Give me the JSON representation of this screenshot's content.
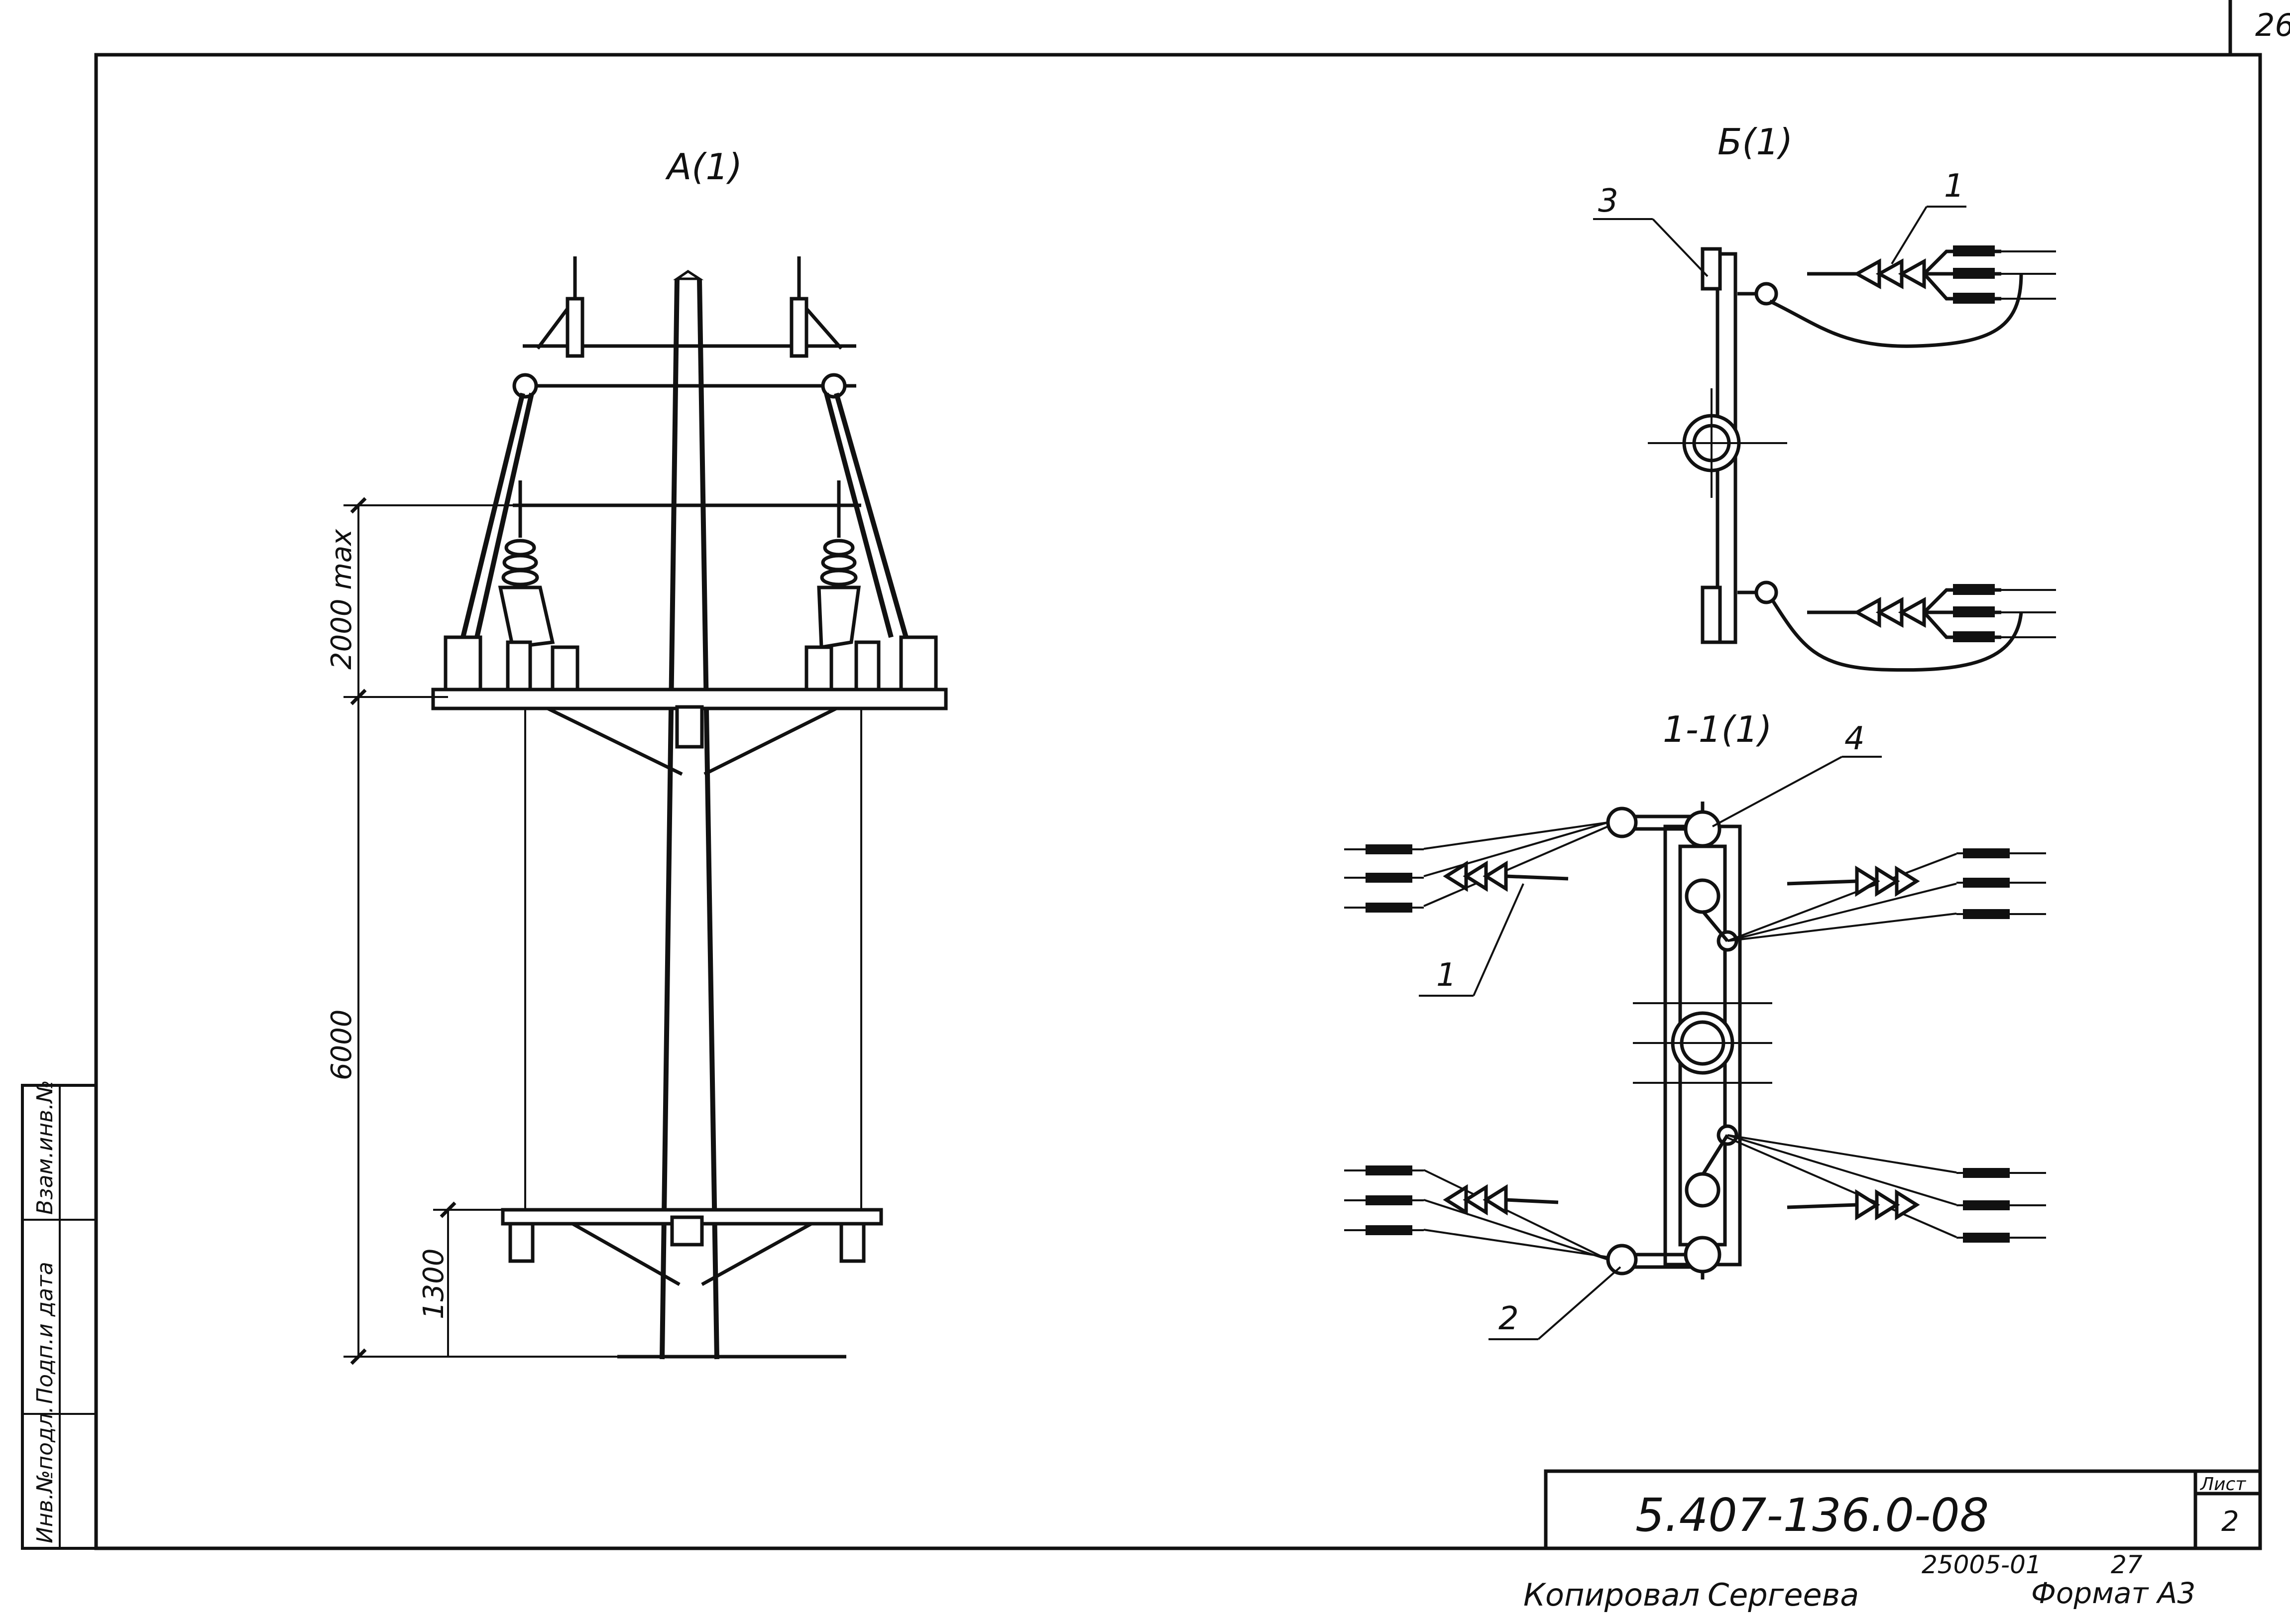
{
  "sheet": {
    "page_number": "26",
    "designation": "5.407-136.0-08",
    "sheet_label": "Лист",
    "sheet_number": "2",
    "copied_by": "Копировал",
    "copier_name": "Сергеева",
    "archive_number": "25005-01",
    "archive_page": "27",
    "format": "Формат А3"
  },
  "stamp": {
    "inv_no_orig": "Инв.№подл.",
    "sign_date": "Подп.и дата",
    "replace_inv": "Взам.инв.№"
  },
  "view_a": {
    "title": "А(1)",
    "dim_top": "2000 max",
    "dim_middle": "6000",
    "dim_bottom": "1300"
  },
  "view_b": {
    "title": "Б(1)",
    "callout_1": "1",
    "callout_3": "3"
  },
  "section_1_1": {
    "title": "1-1(1)",
    "callout_1": "1",
    "callout_2": "2",
    "callout_4": "4"
  }
}
